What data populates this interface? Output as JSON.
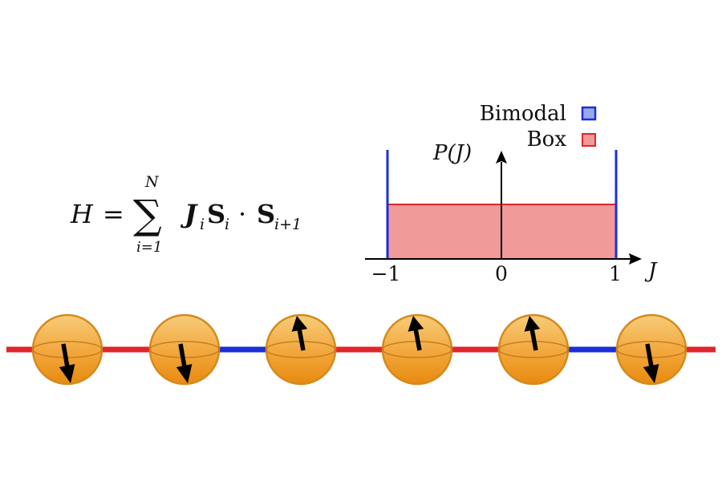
{
  "hamiltonian": {
    "lhs": "H",
    "equals": "=",
    "sum_symbol": "∑",
    "sum_upper": "N",
    "sum_lower": "i=1",
    "term_J": "J",
    "term_J_sub": "i",
    "term_S1": "S",
    "term_S1_sub": "i",
    "dot": "·",
    "term_S2": "S",
    "term_S2_sub": "i+1"
  },
  "legend": {
    "items": [
      {
        "label": "Bimodal",
        "color": "#1a2fd8",
        "fill": "#9aa8f0"
      },
      {
        "label": "Box",
        "color": "#e0262b",
        "fill": "#f09a9a"
      }
    ]
  },
  "distribution_plot": {
    "y_axis_label": "P(J)",
    "x_axis_label": "J",
    "x_ticks": [
      "−1",
      "0",
      "1"
    ],
    "box_fill": "#f09a9a",
    "box_edge": "#e0262b",
    "bimodal_color": "#1a2fd8"
  },
  "spin_chain": {
    "spins": [
      {
        "orientation": "down"
      },
      {
        "orientation": "down"
      },
      {
        "orientation": "up"
      },
      {
        "orientation": "up"
      },
      {
        "orientation": "up"
      },
      {
        "orientation": "down"
      }
    ],
    "bonds": [
      {
        "type": "box",
        "color": "#e0262b"
      },
      {
        "type": "box",
        "color": "#e0262b"
      },
      {
        "type": "bimodal",
        "color": "#1a2fd8"
      },
      {
        "type": "box",
        "color": "#e0262b"
      },
      {
        "type": "box",
        "color": "#e0262b"
      },
      {
        "type": "bimodal",
        "color": "#1a2fd8"
      },
      {
        "type": "box",
        "color": "#e0262b"
      }
    ],
    "sphere_color": "#f0a030"
  }
}
